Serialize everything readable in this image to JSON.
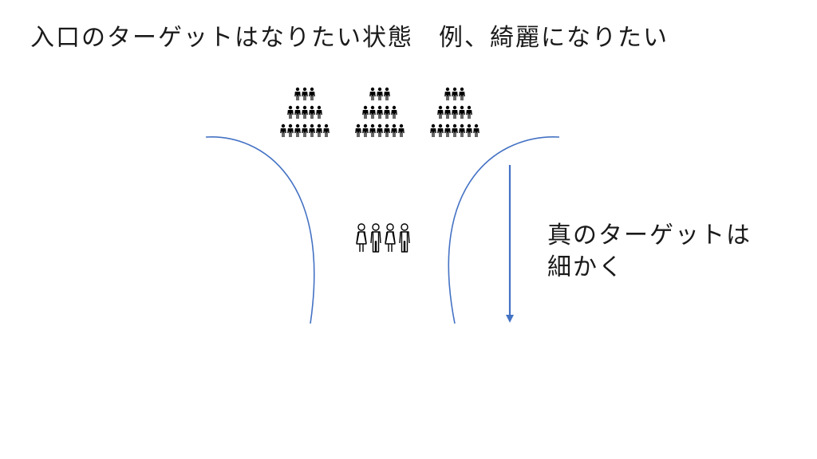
{
  "slide": {
    "title": "入口のターゲットはなりたい状態　例、綺麗になりたい",
    "annotation": {
      "line1": "真のターゲットは",
      "line2": "細かく"
    }
  },
  "colors": {
    "funnel_line": "#4472C4",
    "arrow": "#4472C4",
    "text": "#1a1a1a",
    "people_filled": "#000000",
    "people_outline": "#000000"
  },
  "icons": {
    "crowd": "crowd-pyramid-icon",
    "group": "people-group-outline-icon",
    "arrow": "down-arrow-icon"
  }
}
